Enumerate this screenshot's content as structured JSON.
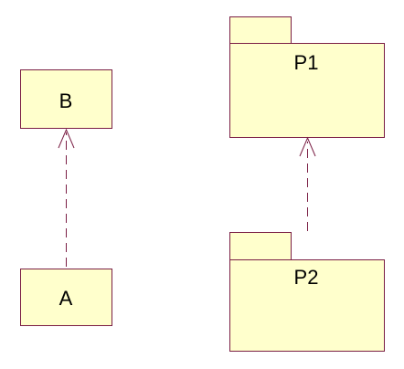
{
  "colors": {
    "element_fill": "#ffffcc",
    "element_stroke": "#7a1e44",
    "dependency_stroke": "#7a1e44",
    "text": "#000000",
    "background": "#ffffff"
  },
  "classes": {
    "b": {
      "label": "B"
    },
    "a": {
      "label": "A"
    }
  },
  "packages": {
    "p1": {
      "label": "P1"
    },
    "p2": {
      "label": "P2"
    }
  },
  "dependencies": [
    {
      "from": "A",
      "to": "B",
      "style": "dashed-open-arrow"
    },
    {
      "from": "P2",
      "to": "P1",
      "style": "dashed-open-arrow"
    }
  ]
}
